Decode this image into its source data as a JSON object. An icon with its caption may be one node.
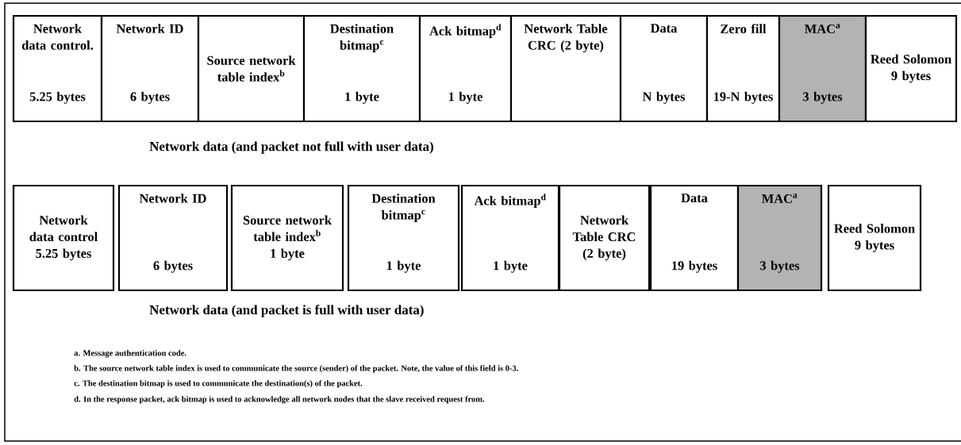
{
  "diagram": {
    "nodes": [
      {
        "text": [
          "Network data control.",
          "5.25 bytes"
        ]
      },
      {
        "text": [
          "Network ID",
          "6 bytes"
        ]
      },
      {
        "text": [
          "Source network table index$^{b}$"
        ]
      },
      {
        "text": [
          "Destination bitmap$^{c}$",
          "1 byte"
        ]
      },
      {
        "text": [
          "Ack bitmap$^{d}$",
          "1 byte"
        ]
      },
      {
        "text": [
          "Network Table CRC (2 byte)"
        ]
      },
      {
        "text": [
          "Data",
          "N bytes"
        ]
      },
      {
        "text": [
          "Zero fill",
          "19-N bytes"
        ]
      },
      {
        "text": [
          "MAC$^{a}$",
          "3 bytes"
        ]
      },
      {
        "text": [
          "Reed Solomon 9 bytes"
        ]
      },
      {
        "text": [
          "Network data control 5.25 bytes"
        ]
      },
      {
        "text": [
          "Network ID",
          "6 bytes"
        ]
      },
      {
        "text": [
          "Source network table index$^{b}$ 1 byte"
        ]
      },
      {
        "text": [
          "Destination bitmap$^{c}$",
          "1 byte"
        ]
      },
      {
        "text": [
          "Ack bitmap$^{d}$",
          "1 byte"
        ]
      },
      {
        "text": [
          "Network Table CRC (2 byte)"
        ]
      },
      {
        "text": [
          "Data",
          "19 bytes"
        ]
      },
      {
        "text": [
          "MAC$^{a}$",
          "3 bytes"
        ]
      },
      {
        "text": [
          "Reed Solomon 9 bytes"
        ]
      }
    ],
    "labels": [
      "Network data (and packet not full with user data)",
      "Network data (and packet is full with user data)",
      "a. Message authentication code.",
      "b. The source network table index is used to communicate the source (sender) of the packet. Note, the value of this field is 0-3.",
      "c. The destination bitmap is used to communicate the destination(s) of the packet.",
      "d. In the response packet, ack bitmap is used to acknowledge all network nodes that the slave received request from."
    ]
  }
}
